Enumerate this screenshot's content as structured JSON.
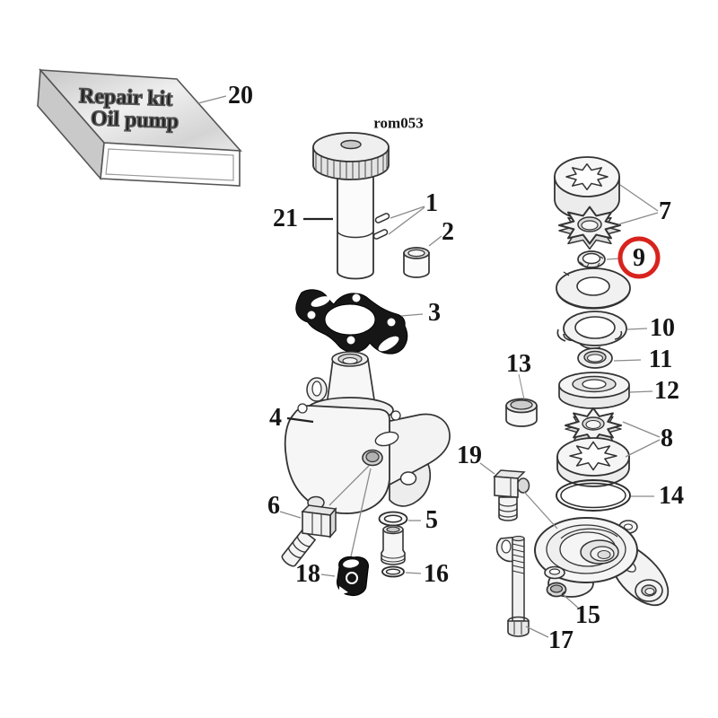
{
  "diagram": {
    "code": "rom053",
    "box": {
      "line1": "Repair kit",
      "line2": "Oil pump"
    },
    "highlight": {
      "part": "9",
      "color": "#d8231d"
    },
    "callouts": {
      "p1": "1",
      "p2": "2",
      "p3": "3",
      "p4": "4",
      "p5": "5",
      "p6": "6",
      "p7": "7",
      "p8": "8",
      "p9": "9",
      "p10": "10",
      "p11": "11",
      "p12": "12",
      "p13": "13",
      "p14": "14",
      "p15": "15",
      "p16": "16",
      "p17": "17",
      "p18": "18",
      "p19": "19",
      "p20": "20",
      "p21": "21"
    }
  }
}
